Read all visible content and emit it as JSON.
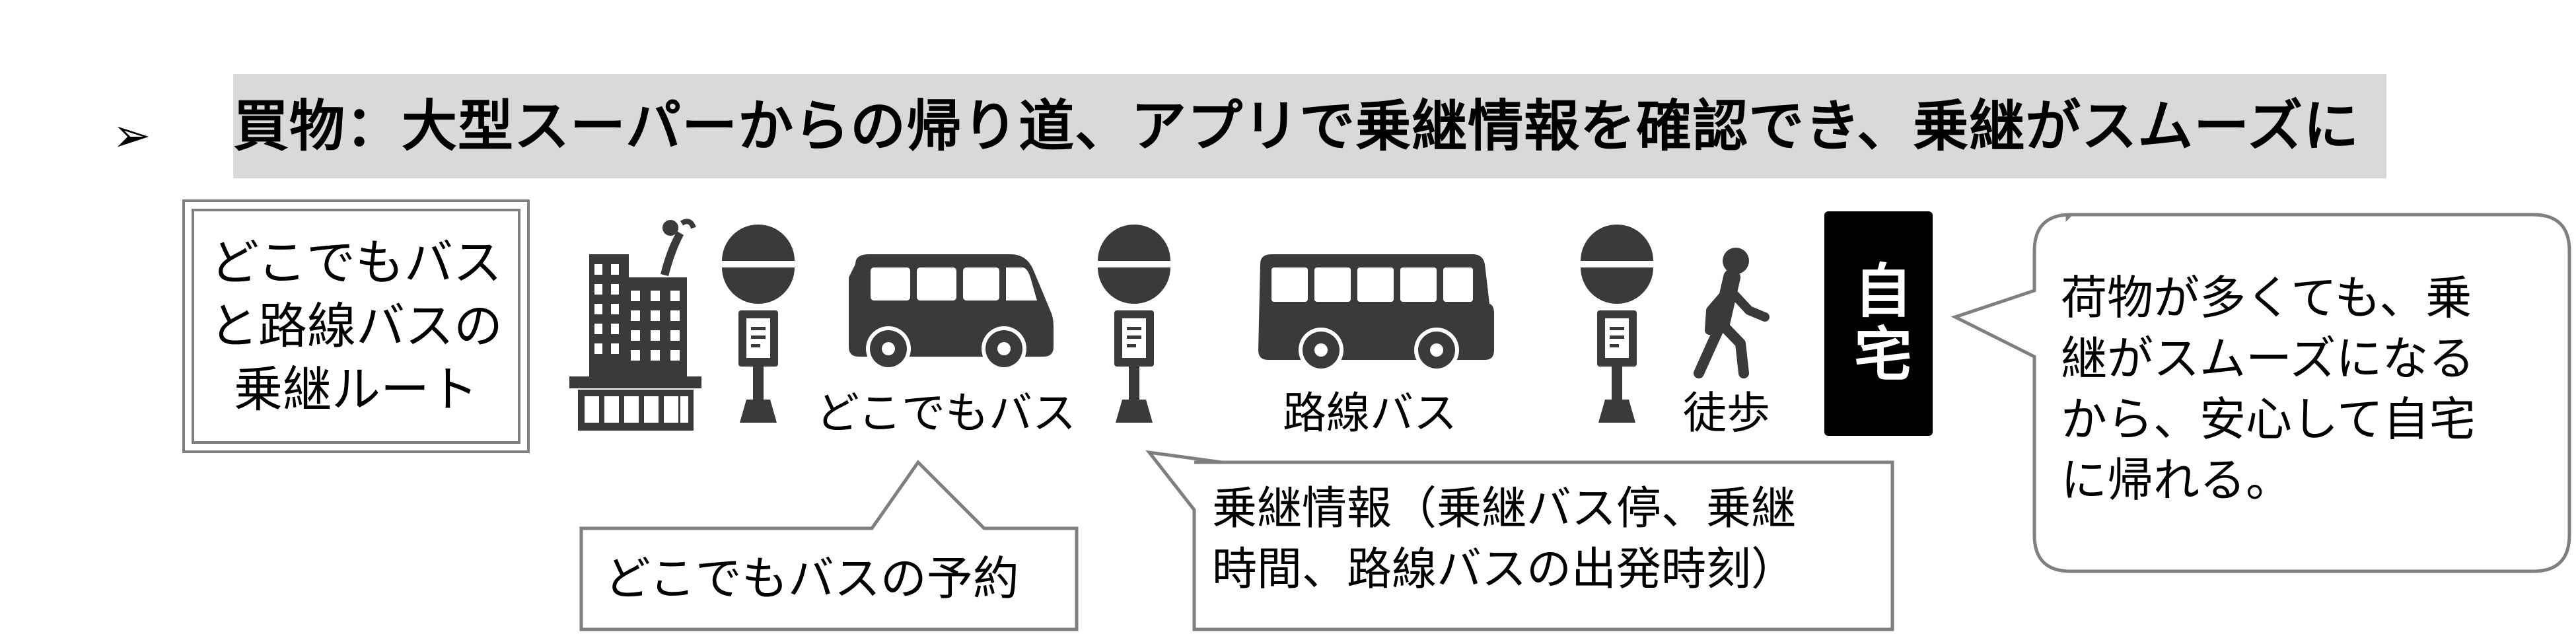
{
  "bullet": "➢",
  "headline": "買物：大型スーパーからの帰り道、アプリで乗継情報を確認でき、乗継がスムーズに",
  "route_box": "どこでもバス\nと路線バスの\n乗継ルート",
  "labels": {
    "dokodemo_bus": "どこでもバス",
    "rosen_bus": "路線バス",
    "walk": "徒歩"
  },
  "home": "自宅",
  "callouts": {
    "right": "荷物が多くても、乗\n継がスムーズになる\nから、安心して自宅\nに帰れる。",
    "reservation": "どこでもバスの予約",
    "transfer_info": "乗継情報（乗継バス停、乗継\n時間、路線バスの出発時刻）"
  },
  "icons": [
    "shopping-building-icon",
    "bus-stop-icon",
    "minibus-icon",
    "bus-stop-icon",
    "route-bus-icon",
    "bus-stop-icon",
    "walking-person-icon"
  ]
}
